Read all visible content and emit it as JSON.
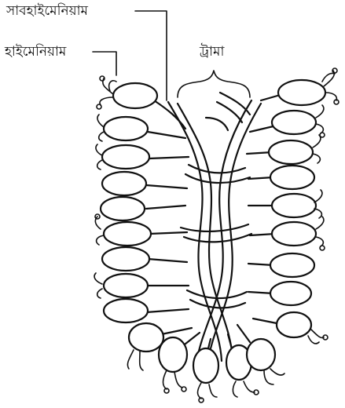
{
  "labels": {
    "subhymenium": "সাবহাইমেনিয়াম",
    "hymenium": "হাইমেনিয়াম",
    "trama": "ট্রামা"
  },
  "colors": {
    "ink": "#111111",
    "background": "#ffffff"
  }
}
